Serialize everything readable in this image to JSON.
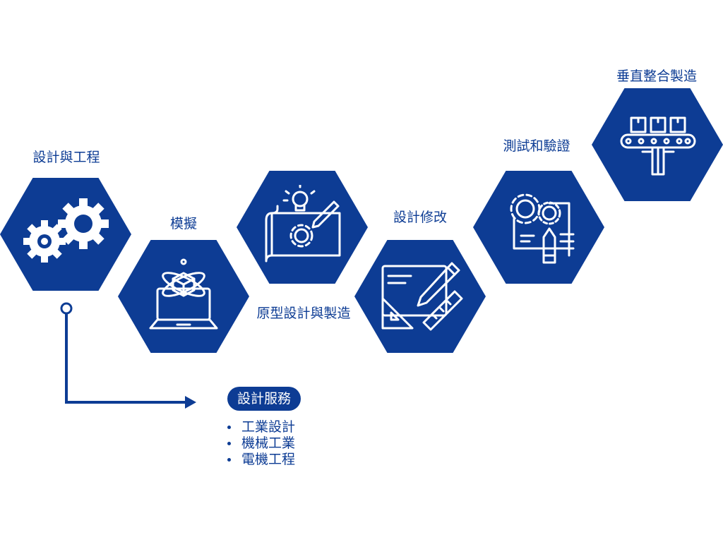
{
  "colors": {
    "primary": "#0d3c94",
    "icon_stroke": "#ffffff",
    "background": "#ffffff"
  },
  "steps": [
    {
      "label": "設計與工程",
      "icon": "gears-icon"
    },
    {
      "label": "模擬",
      "icon": "laptop-3d-cube-icon"
    },
    {
      "label": "原型設計與製造",
      "icon": "blueprint-lightbulb-icon"
    },
    {
      "label": "設計修改",
      "icon": "drawing-pencil-ruler-icon"
    },
    {
      "label": "測試和驗證",
      "icon": "gears-document-pencil-icon"
    },
    {
      "label": "垂直整合製造",
      "icon": "conveyor-belt-icon"
    }
  ],
  "services": {
    "title": "設計服務",
    "items": [
      "工業設計",
      "機械工業",
      "電機工程"
    ]
  }
}
